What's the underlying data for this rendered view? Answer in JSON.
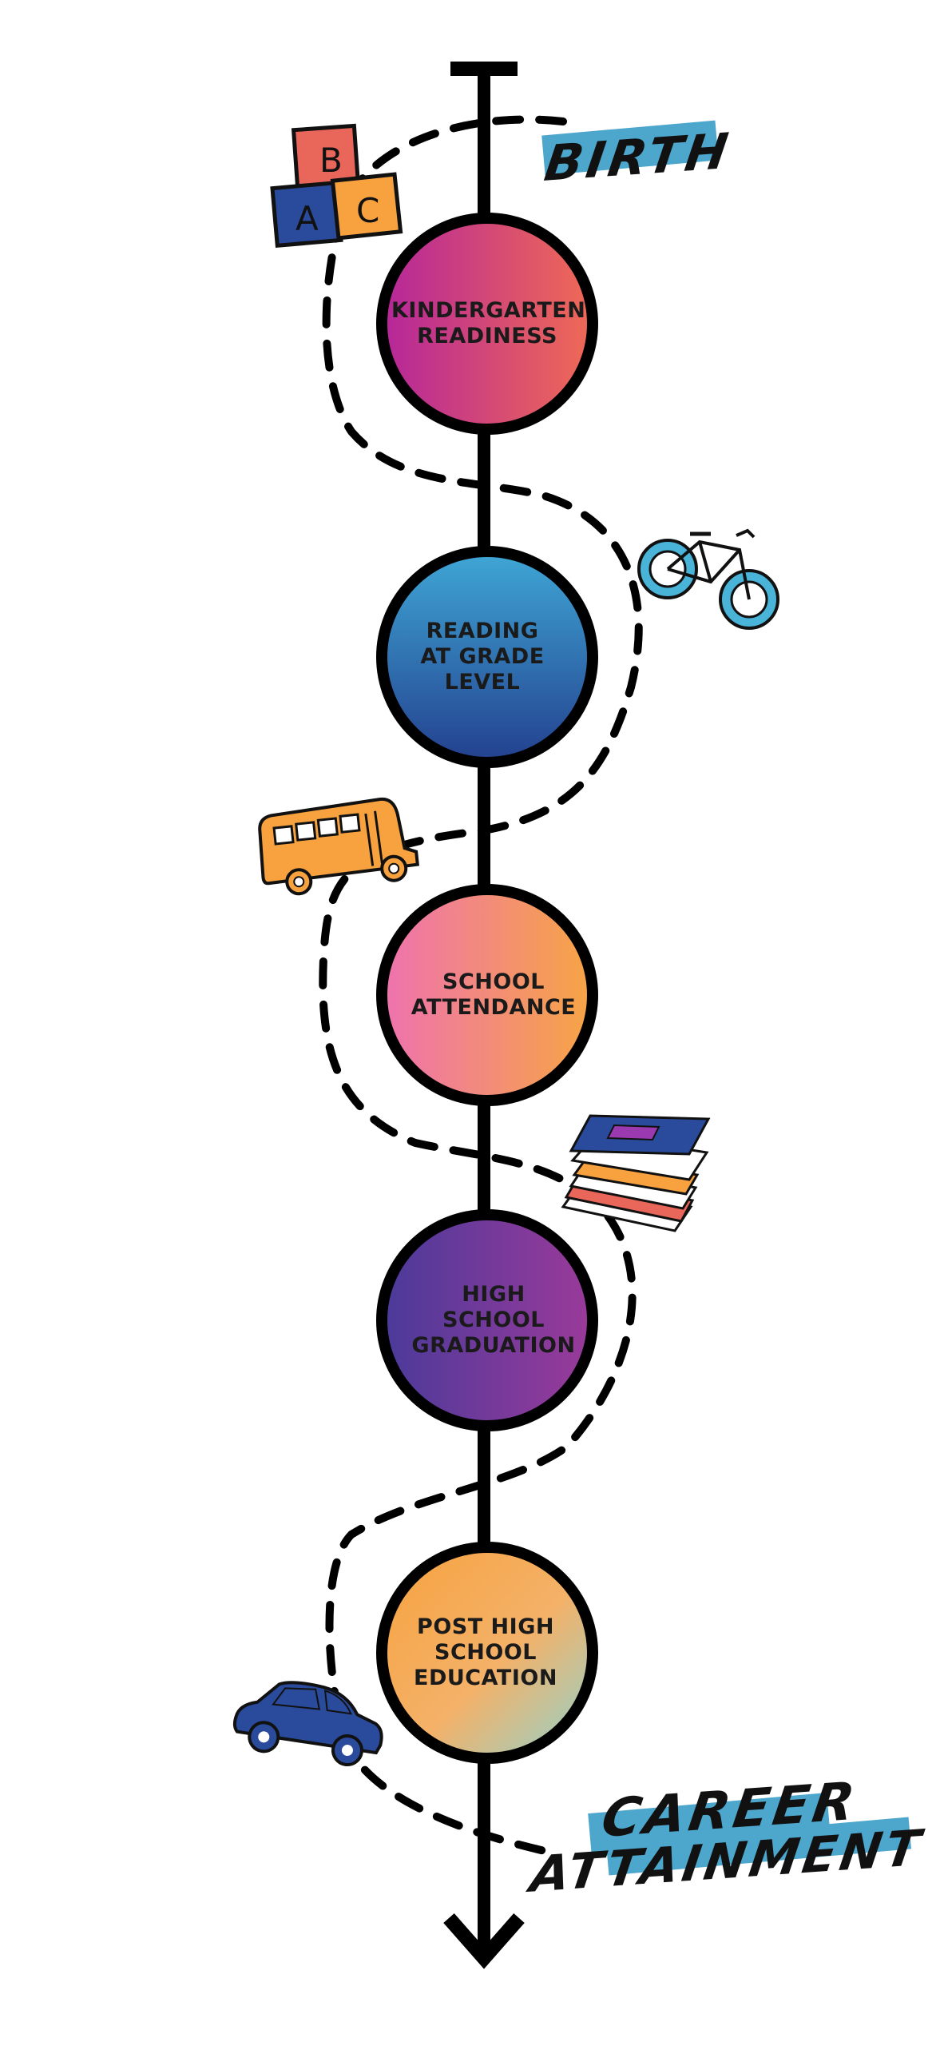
{
  "start_label": "BIRTH",
  "end_label": {
    "line1": "CAREER",
    "line2": "ATTAINMENT"
  },
  "milestones": [
    {
      "label": "KINDERGARTEN\nREADINESS",
      "gradient": [
        "#b5269a",
        "#f06a55"
      ]
    },
    {
      "label": "READING\nAT GRADE\nLEVEL",
      "gradient": [
        "#3fa7d6",
        "#23408e"
      ]
    },
    {
      "label": "SCHOOL\nATTENDANCE",
      "gradient": [
        "#ee72b0",
        "#f7a544"
      ]
    },
    {
      "label": "HIGH\nSCHOOL\nGRADUATION",
      "gradient": [
        "#4a3a9a",
        "#9b3a9a"
      ]
    },
    {
      "label": "POST HIGH\nSCHOOL\nEDUCATION",
      "gradient": [
        "#f7a23e",
        "#8fd3cf"
      ]
    }
  ],
  "icons": [
    {
      "name": "abc-blocks-icon",
      "letters": [
        "B",
        "A",
        "C"
      ]
    },
    {
      "name": "bicycle-icon"
    },
    {
      "name": "school-bus-icon"
    },
    {
      "name": "book-stack-icon"
    },
    {
      "name": "car-icon"
    }
  ],
  "colors": {
    "line": "#000000",
    "brush": "#4da6cc",
    "blue": "#2a4b9b",
    "orange": "#f7a23e",
    "red": "#e9665a",
    "cyan": "#4ab3d8"
  }
}
